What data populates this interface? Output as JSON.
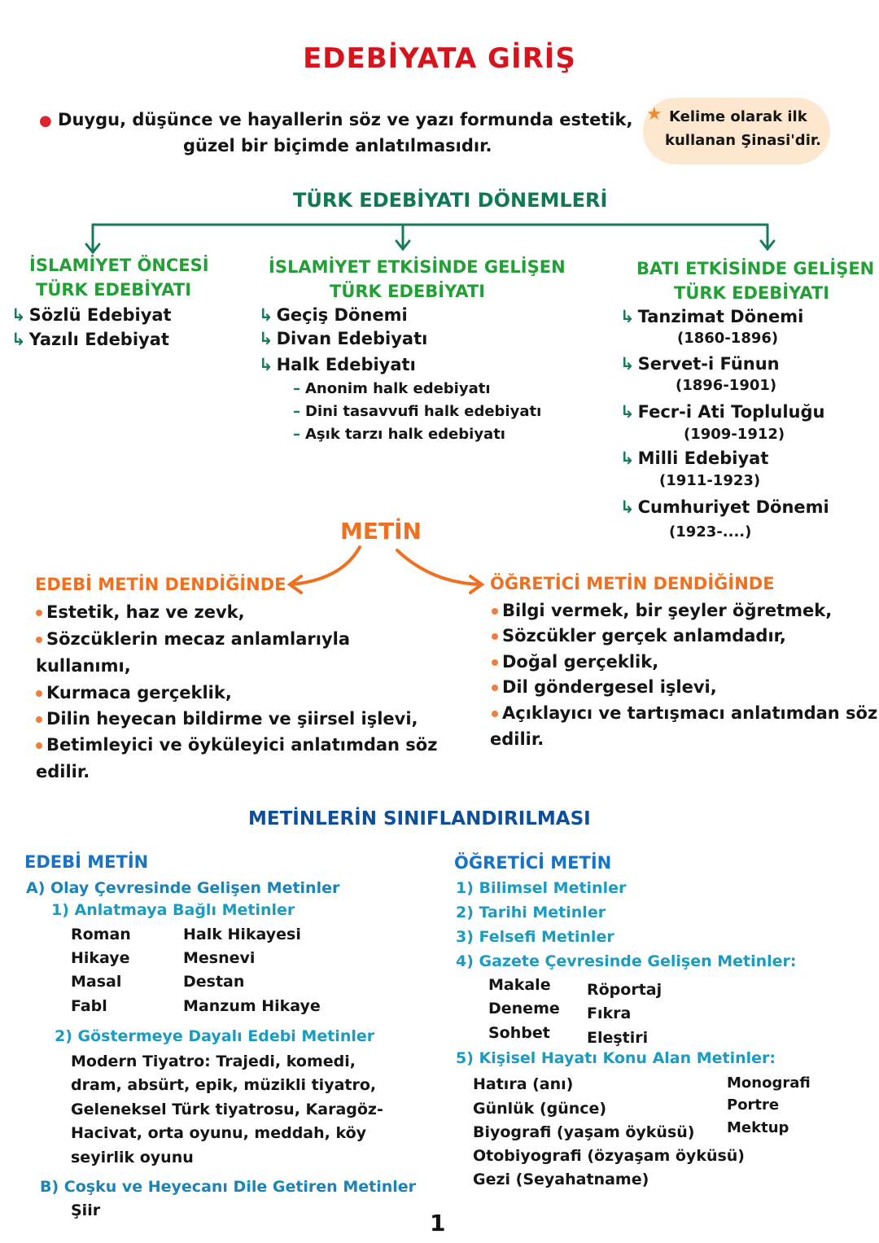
{
  "page": {
    "title": "EDEBİYATA GİRİŞ",
    "definition": {
      "line1": "Duygu, düşünce ve hayallerin söz ve yazı formunda estetik,",
      "line2": "güzel bir biçimde anlatılmasıdır."
    },
    "note": {
      "icon": "star-icon",
      "line1": "Kelime olarak ilk",
      "line2": "kullanan Şinasi'dir."
    },
    "page_number": "1"
  },
  "periods": {
    "heading": "TÜRK EDEBİYATI DÖNEMLERİ",
    "columns": [
      {
        "title1": "İSLAMİYET ÖNCESİ",
        "title2": "TÜRK EDEBİYATI",
        "items": [
          "Sözlü Edebiyat",
          "Yazılı Edebiyat"
        ]
      },
      {
        "title1": "İSLAMİYET ETKİSİNDE GELİŞEN",
        "title2": "TÜRK EDEBİYATI",
        "items": [
          "Geçiş Dönemi",
          "Divan Edebiyatı",
          "Halk Edebiyatı"
        ],
        "subitems": [
          "Anonim halk edebiyatı",
          "Dini tasavvufi halk edebiyatı",
          "Aşık tarzı halk edebiyatı"
        ]
      },
      {
        "title1": "BATI ETKİSİNDE GELİŞEN",
        "title2": "TÜRK EDEBİYATI",
        "items": [
          {
            "name": "Tanzimat Dönemi",
            "years": "(1860-1896)"
          },
          {
            "name": "Servet-i Fünun",
            "years": "(1896-1901)"
          },
          {
            "name": "Fecr-i Ati Topluluğu",
            "years": "(1909-1912)"
          },
          {
            "name": "Milli Edebiyat",
            "years": "(1911-1923)"
          },
          {
            "name": "Cumhuriyet Dönemi",
            "years": "(1923-....)"
          }
        ]
      }
    ]
  },
  "metin": {
    "heading": "METİN",
    "edebi": {
      "title": "EDEBİ METİN DENDİĞİNDE",
      "lines": [
        "Estetik, haz ve zevk,",
        "Sözcüklerin mecaz anlamlarıyla",
        "kullanımı,",
        "Kurmaca gerçeklik,",
        "Dilin heyecan bildirme ve şiirsel işlevi,",
        "Betimleyici ve öyküleyici anlatımdan söz",
        "edilir."
      ]
    },
    "ogretici": {
      "title": "ÖĞRETİCİ METİN DENDİĞİNDE",
      "lines": [
        "Bilgi vermek, bir şeyler öğretmek,",
        "Sözcükler gerçek anlamdadır,",
        "Doğal gerçeklik,",
        "Dil göndergesel işlevi,",
        "Açıklayıcı ve tartışmacı anlatımdan söz",
        "edilir."
      ]
    }
  },
  "classification": {
    "heading": "METİNLERİN SINIFLANDIRILMASI",
    "edebi": {
      "title": "EDEBİ METİN",
      "a": "A) Olay Çevresinde Gelişen Metinler",
      "a1": "1) Anlatmaya Bağlı Metinler",
      "a1_col1": [
        "Roman",
        "Hikaye",
        "Masal",
        "Fabl"
      ],
      "a1_col2": [
        "Halk Hikayesi",
        "Mesnevi",
        "Destan",
        "Manzum Hikaye"
      ],
      "a2": "2) Göstermeye Dayalı Edebi Metinler",
      "a2_lines": [
        "Modern Tiyatro: Trajedi, komedi,",
        "dram, absürt, epik, müzikli tiyatro,",
        "Geleneksel Türk tiyatrosu, Karagöz-",
        "Hacivat, orta oyunu, meddah, köy",
        "seyirlik oyunu"
      ],
      "b": "B) Coşku ve Heyecanı Dile Getiren Metinler",
      "b_items": [
        "Şiir"
      ]
    },
    "ogretici": {
      "title": "ÖĞRETİCİ METİN",
      "items": [
        "1) Bilimsel Metinler",
        "2) Tarihi Metinler",
        "3) Felsefi Metinler",
        "4) Gazete Çevresinde Gelişen Metinler:"
      ],
      "gazete_col1": [
        "Makale",
        "Deneme",
        "Sohbet"
      ],
      "gazete_col2": [
        "Röportaj",
        "Fıkra",
        "Eleştiri"
      ],
      "kisisel": "5) Kişisel Hayatı Konu Alan Metinler:",
      "kisisel_col1": [
        "Hatıra (anı)",
        "Günlük (günce)",
        "Biyografi (yaşam öyküsü)",
        "Otobiyografi (özyaşam öyküsü)",
        "Gezi (Seyahatname)"
      ],
      "kisisel_col2": [
        "Monografi",
        "Portre",
        "Mektup"
      ]
    }
  },
  "colors": {
    "title_red": "#d7141c",
    "tree_green": "#0f7a52",
    "period_green": "#22a036",
    "metin_orange": "#f07020",
    "class_navy": "#0d4f9a",
    "class_blue": "#1673c7",
    "class_cyan": "#1a9bc2",
    "note_bg": "#fde8cf"
  }
}
